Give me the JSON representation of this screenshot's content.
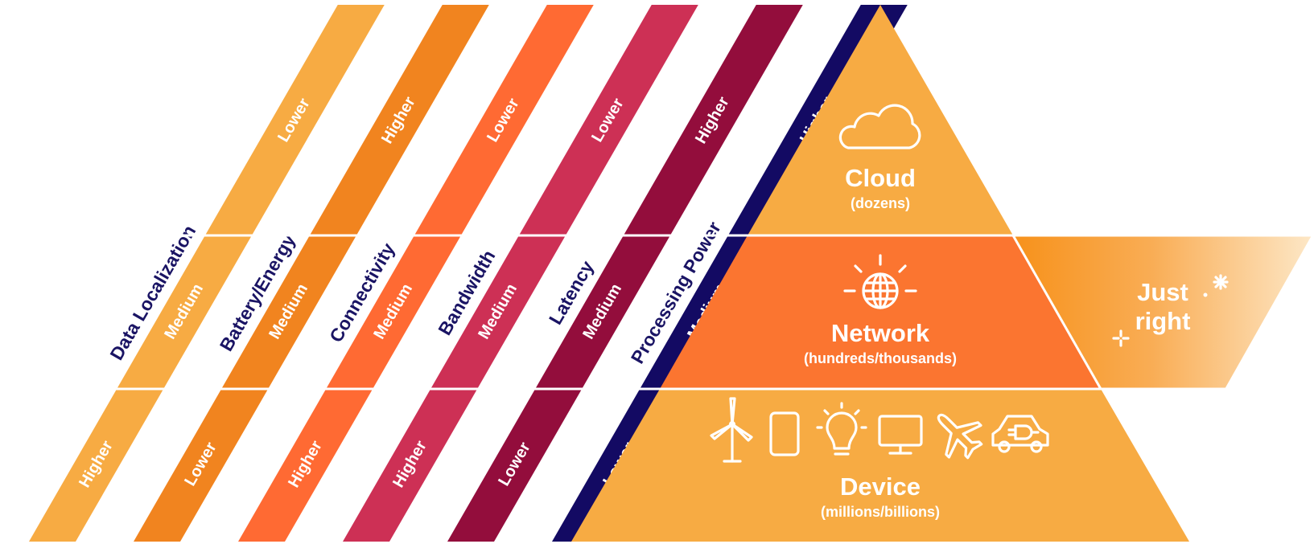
{
  "dimensions": [
    {
      "title": "Data Localization",
      "color": "#f7ab43",
      "values": [
        "Lower",
        "Medium",
        "Higher"
      ]
    },
    {
      "title": "Battery/Energy",
      "color": "#f1841f",
      "values": [
        "Higher",
        "Medium",
        "Lower"
      ]
    },
    {
      "title": "Connectivity",
      "color": "#ff6a33",
      "values": [
        "Lower",
        "Medium",
        "Higher"
      ]
    },
    {
      "title": "Bandwidth",
      "color": "#cd3055",
      "values": [
        "Lower",
        "Medium",
        "Higher"
      ]
    },
    {
      "title": "Latency",
      "color": "#930d3c",
      "values": [
        "Higher",
        "Medium",
        "Lower"
      ]
    },
    {
      "title": "Processing Power",
      "color": "#130a63",
      "values": [
        "Higher",
        "Medium",
        "Lower"
      ]
    }
  ],
  "tiers": {
    "cloud": {
      "title": "Cloud",
      "subtitle": "(dozens)",
      "color": "#f7ab43",
      "icon": "cloud-icon"
    },
    "network": {
      "title": "Network",
      "subtitle": "(hundreds/thousands)",
      "color": "#fb7530",
      "icon": "globe-icon"
    },
    "device": {
      "title": "Device",
      "subtitle": "(millions/billions)",
      "color": "#f7ab43",
      "icons": [
        "wind-turbine-icon",
        "tablet-icon",
        "light-bulb-icon",
        "monitor-icon",
        "airplane-icon",
        "electric-car-icon"
      ]
    }
  },
  "just_right": {
    "line1": "Just",
    "line2": "right",
    "color": "#f7931e",
    "icon": "sparkle-icon"
  },
  "colors": {
    "divider": "#ffffff",
    "title_text": "#1a1464",
    "value_text": "#ffffff"
  }
}
